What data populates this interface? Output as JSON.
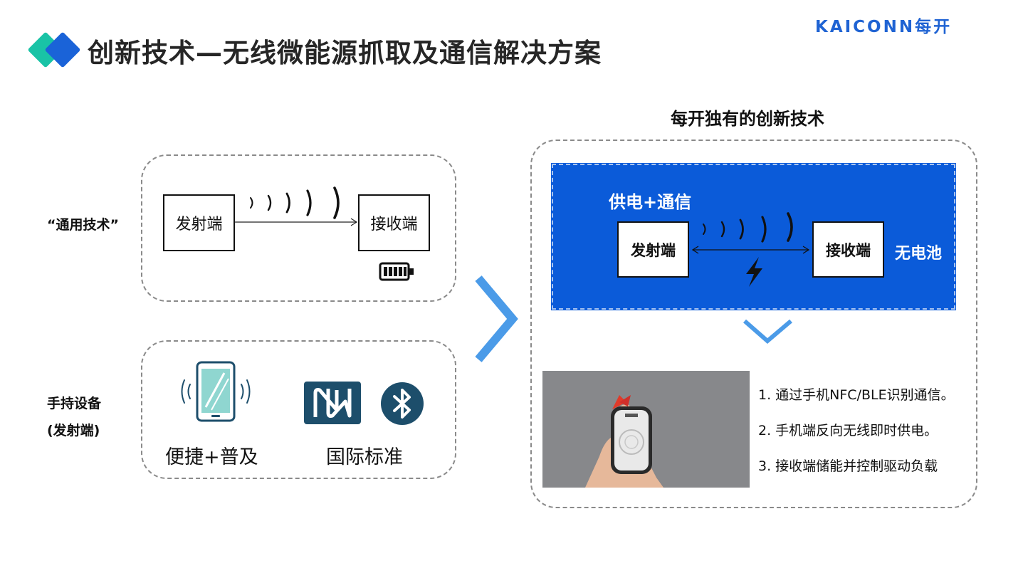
{
  "header": {
    "title": "创新技术—无线微能源抓取及通信解决方案",
    "brand": "KAICONN每开"
  },
  "left": {
    "common_label": "“通用技术”",
    "handheld_label_line1": "手持设备",
    "handheld_label_line2": "(发射端)",
    "transmitter": "发射端",
    "receiver": "接收端",
    "caption_convenient": "便捷+普及",
    "caption_standard": "国际标准"
  },
  "right": {
    "section_title": "每开独有的创新技术",
    "power_comm": "供电+通信",
    "transmitter": "发射端",
    "receiver": "接收端",
    "no_battery": "无电池",
    "features": [
      "1. 通过手机NFC/BLE识别通信。",
      "2. 手机端反向无线即时供电。",
      "3. 接收端储能并控制驱动负载"
    ]
  },
  "colors": {
    "brand_blue": "#1f63d3",
    "panel_blue": "#0b5bd9",
    "teal": "#19c3a6",
    "arrow_blue": "#4b9be8"
  },
  "icons": [
    "battery-icon",
    "phone-icon",
    "nfc-icon",
    "bluetooth-icon",
    "lightning-icon",
    "chevron-right-icon",
    "chevron-down-icon"
  ]
}
